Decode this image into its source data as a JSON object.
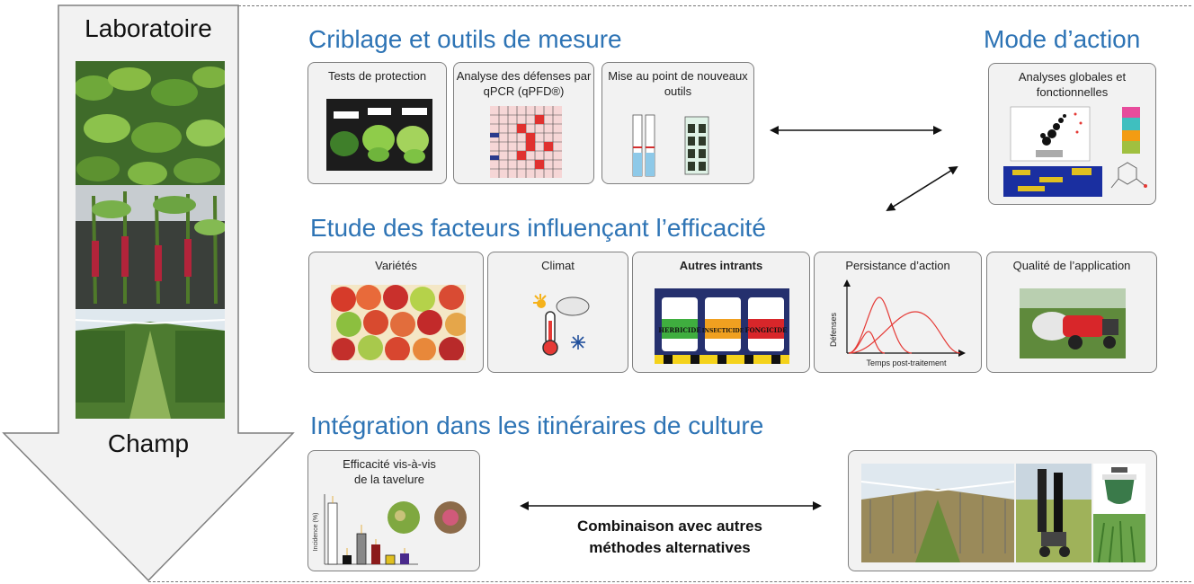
{
  "side": {
    "top_label": "Laboratoire",
    "bottom_label": "Champ"
  },
  "sections": {
    "criblage": "Criblage et outils de mesure",
    "mode_action": "Mode d’action",
    "facteurs": "Etude des facteurs influençant l’efficacité",
    "integration": "Intégration dans les itinéraires de culture"
  },
  "criblage_boxes": [
    {
      "label": "Tests de protection"
    },
    {
      "label": "Analyse des défenses par qPCR (qPFD®)"
    },
    {
      "label": "Mise au point de nouveaux outils"
    }
  ],
  "mode_box": {
    "label": "Analyses globales et fonctionnelles"
  },
  "factor_boxes": [
    {
      "label": "Variétés"
    },
    {
      "label": "Climat"
    },
    {
      "label": "Autres intrants"
    },
    {
      "label": "Persistance d’action"
    },
    {
      "label": "Qualité de l’application"
    }
  ],
  "intrants": {
    "herbicide": "HERBICIDE",
    "insecticide": "INSECTICIDE",
    "fongicide": "FONGICIDE"
  },
  "persistance_axes": {
    "y": "Défenses",
    "x": "Temps post-traitement"
  },
  "efficacite": {
    "label": "Efficacité vis-à-vis de la tavelure",
    "ylabel": "Incidence (%)"
  },
  "combinaison": {
    "line1": "Combinaison avec autres",
    "line2": "méthodes alternatives"
  },
  "colors": {
    "title_blue": "#2e74b5",
    "box_bg": "#f2f2f2",
    "box_border": "#7f7f7f",
    "curve_red": "#e53935"
  }
}
